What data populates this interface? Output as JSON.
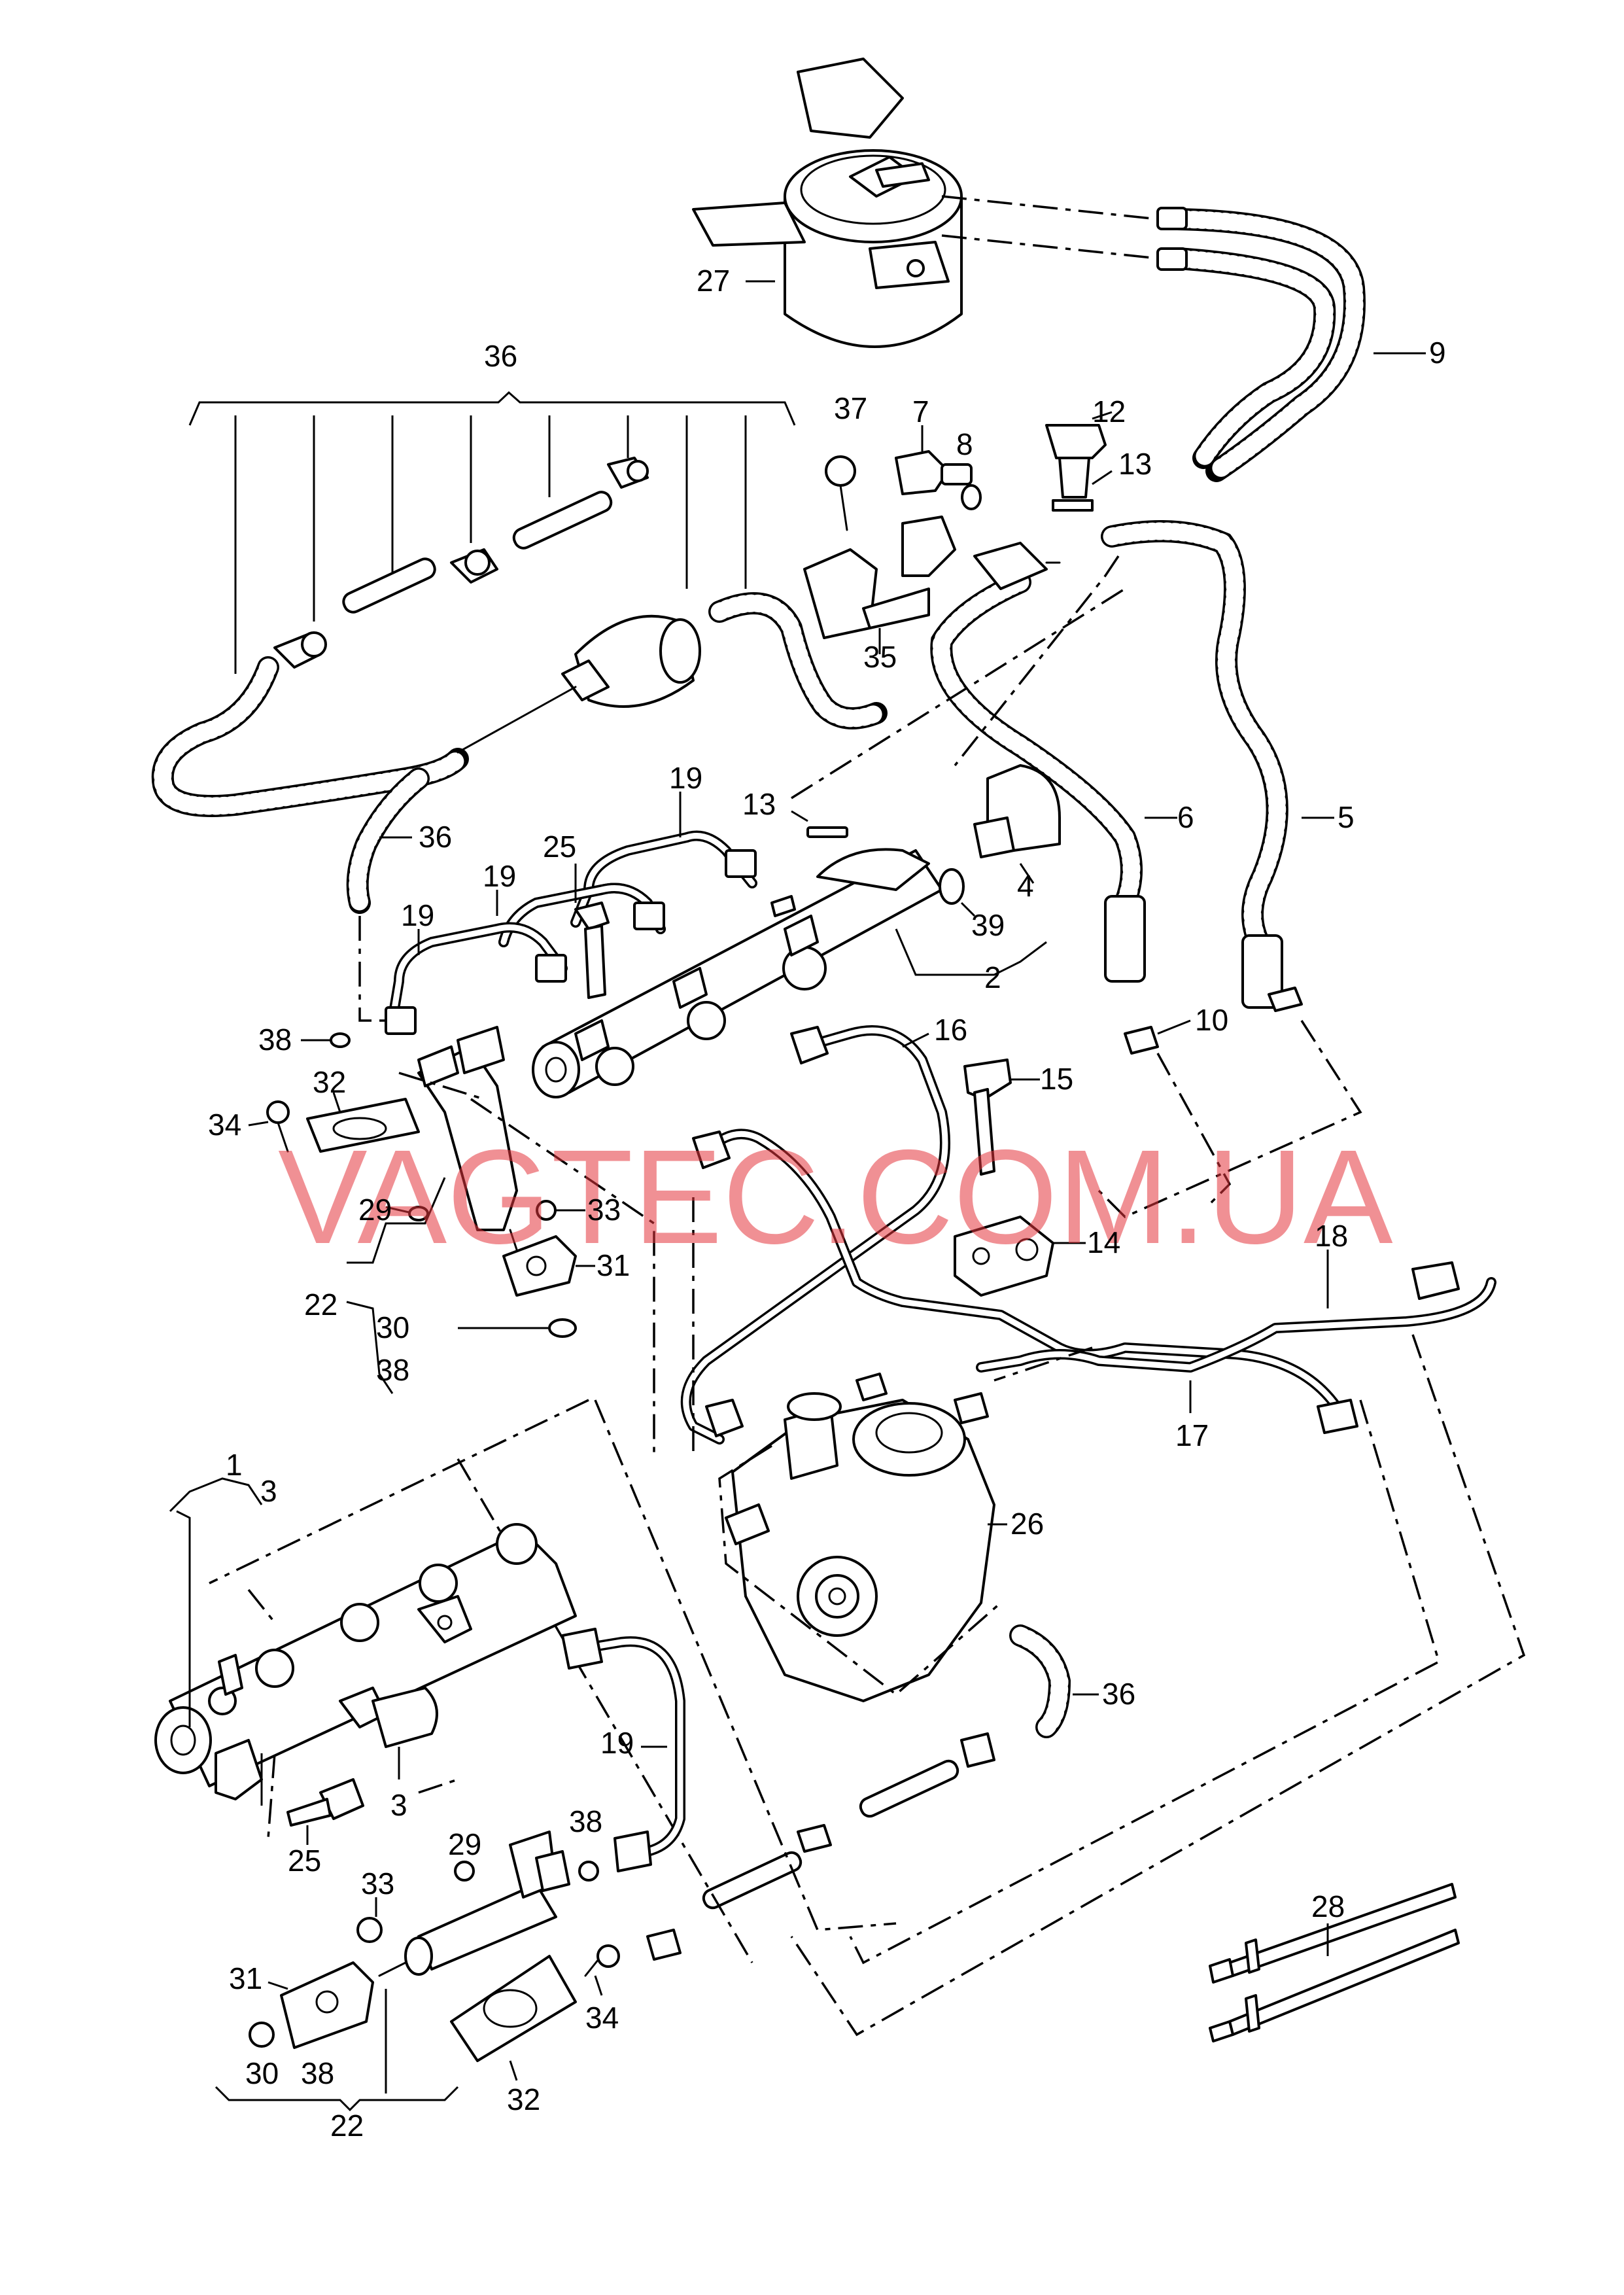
{
  "watermark": "VAGTEC.COM.UA",
  "callouts": {
    "c1": "1",
    "c2": "2",
    "c3a": "3",
    "c3b": "3",
    "c4": "4",
    "c5": "5",
    "c6": "6",
    "c7": "7",
    "c8": "8",
    "c9": "9",
    "c10": "10",
    "c12": "12",
    "c13a": "13",
    "c13b": "13",
    "c14": "14",
    "c15": "15",
    "c16": "16",
    "c17": "17",
    "c18": "18",
    "c19a": "19",
    "c19b": "19",
    "c19c": "19",
    "c19d": "19",
    "c22a": "22",
    "c22b": "22",
    "c25a": "25",
    "c25b": "25",
    "c26": "26",
    "c27": "27",
    "c28": "28",
    "c29a": "29",
    "c29b": "29",
    "c30a": "30",
    "c30b": "30",
    "c31a": "31",
    "c31b": "31",
    "c32a": "32",
    "c32b": "32",
    "c33a": "33",
    "c33b": "33",
    "c34a": "34",
    "c34b": "34",
    "c35": "35",
    "c36a": "36",
    "c36b": "36",
    "c36c": "36",
    "c37": "37",
    "c38a": "38",
    "c38b": "38",
    "c38c": "38",
    "c38d": "38",
    "c39": "39"
  }
}
